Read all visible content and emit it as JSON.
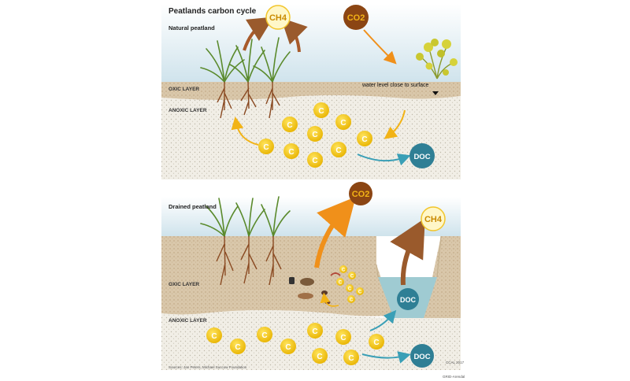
{
  "title": "Peatlands carbon cycle",
  "natural": {
    "label": "Natural peatland",
    "oxic_layer": "OXIC LAYER",
    "anoxic_layer": "ANOXIC LAYER",
    "water_note": "water level close to surface",
    "ch4": "CH4",
    "co2": "CO2",
    "doc": "DOC",
    "carbon_symbol": "C"
  },
  "drained": {
    "label": "Drained peatland",
    "oxic_layer": "OXIC LAYER",
    "anoxic_layer": "ANOXIC LAYER",
    "co2": "CO2",
    "ch4": "CH4",
    "doc_ditch": "DOC",
    "doc_out": "DOC",
    "carbon_symbol": "C"
  },
  "sources": "Sources: Jan Peters, Michael Succow Foundation",
  "credit": "GRID-Arendal",
  "scale_note": "CCAL 2017",
  "colors": {
    "sky": "#dbe9f0",
    "peat": "#d8c5a8",
    "soil": "#eeeade",
    "carbon": "#f4c514",
    "ch4_bubble": "#fff7c8",
    "co2_bubble": "#8b4513",
    "doc_bubble": "#2f7f95",
    "water": "#a9d2d8"
  }
}
